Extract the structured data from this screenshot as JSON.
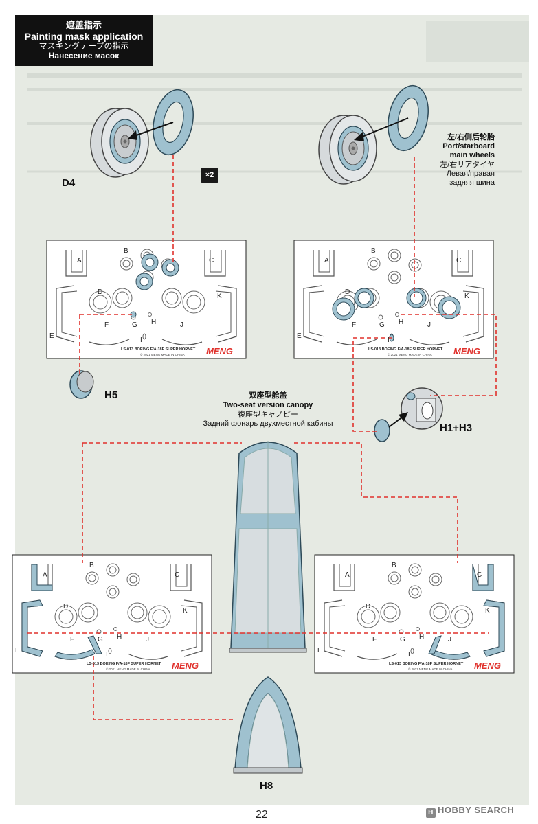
{
  "header": {
    "title_cn": "遮盖指示",
    "title_en": "Painting mask application",
    "title_jp": "マスキングテープの指示",
    "title_ru": "Нанесение масок"
  },
  "parts": {
    "d4": "D4",
    "h5": "H5",
    "h1h3": "H1+H3",
    "h8": "H8"
  },
  "quantity_badge": "×2",
  "main_wheels": {
    "cn": "左/右侧后轮胎",
    "en1": "Port/starboard",
    "en2": "main wheels",
    "jp": "左/右リアタイヤ",
    "ru1": "Левая/правая",
    "ru2": "задняя шина"
  },
  "canopy": {
    "cn": "双座型舱盖",
    "en": "Two-seat version canopy",
    "jp": "複座型キャノピー",
    "ru": "Задний фонарь двухместной кабины"
  },
  "sheet": {
    "letters": [
      "A",
      "B",
      "C",
      "D",
      "K",
      "E",
      "F",
      "G",
      "H",
      "I",
      "J"
    ],
    "code": "LS-013  BOEING F/A-18F SUPER HORNET",
    "copyright": "© 2021 MENG  MADE IN CHINA",
    "brand": "MENG"
  },
  "page_number": "22",
  "watermark": "HOBBY SEARCH",
  "colors": {
    "mask_blue": "#9fc1cf",
    "mask_outline": "#2e4a58",
    "guide_red": "#e0312c",
    "panel_bg": "#e6eae3",
    "header_bg": "#111111"
  }
}
